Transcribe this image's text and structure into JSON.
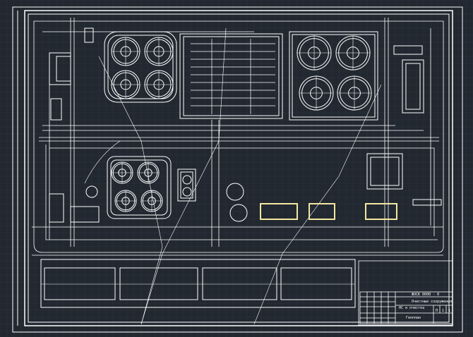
{
  "colors": {
    "background": "#212830",
    "grid": "#2c3541",
    "lines": "#ffffff",
    "highlight": "#f3e6a0"
  },
  "title_block": {
    "code": "ФОСК 0000 - 0",
    "project": "Очистные сооружения",
    "sheet_title": "НС и очистка",
    "sheet_name": "Генплан",
    "stage_label": "П",
    "sheet_label": "1",
    "sheets_label": "1"
  }
}
